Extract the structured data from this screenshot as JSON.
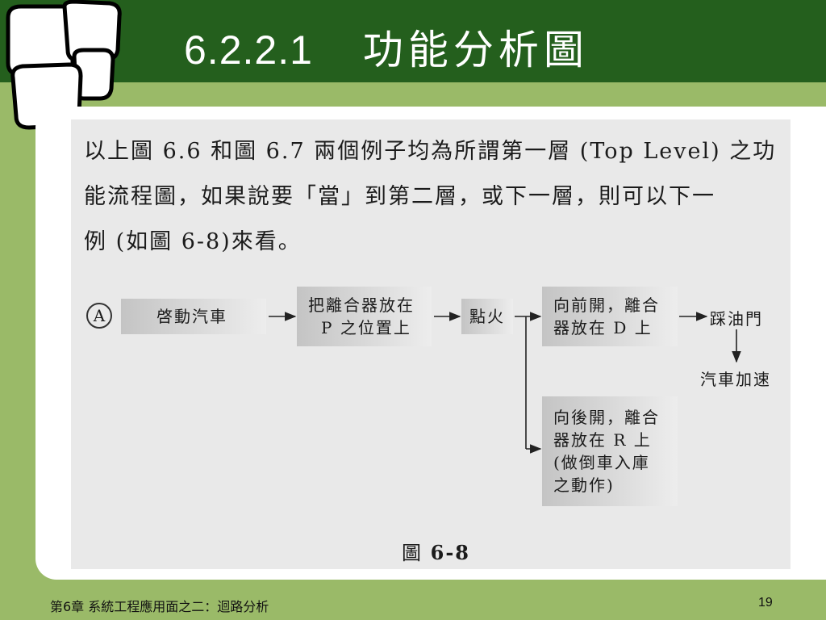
{
  "slide": {
    "title_number": "6.2.2.1",
    "title_text": "功能分析圖",
    "paragraph_lines": [
      "以上圖 6.6 和圖 6.7 兩個例子均為所謂第一層 (Top Level) 之功",
      "能流程圖，如果說要「當」到第二層，或下一層，則可以下一",
      "例 (如圖 6-8)來看。"
    ],
    "footer": "第6章 系統工程應用面之二：迴路分析",
    "page_number": "19"
  },
  "diagram": {
    "start_marker": "A",
    "nodes": {
      "start_car": "啓動汽車",
      "clutch_p": [
        "把離合器放在",
        "P 之位置上"
      ],
      "ignite": "點火",
      "forward": [
        "向前開，離合",
        "器放在 D 上"
      ],
      "gas": "踩油門",
      "accelerate": "汽車加速",
      "reverse": [
        "向後開，離合",
        "器放在 R 上",
        "(做倒車入庫",
        "之動作)"
      ]
    },
    "caption_prefix": "圖",
    "caption_number": "6-8"
  }
}
